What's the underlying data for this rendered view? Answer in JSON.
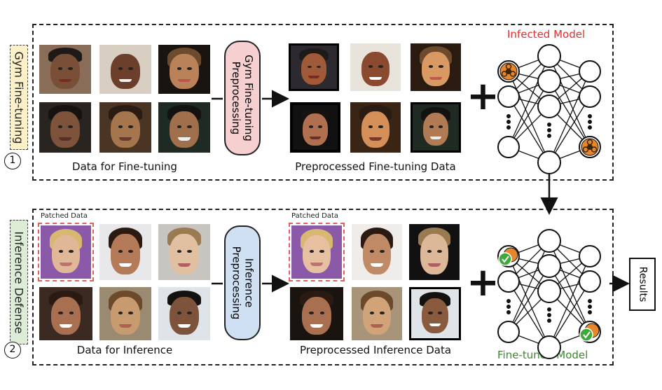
{
  "stage1": {
    "number": "1",
    "tab_label": "Gym Fine-tuning",
    "input_caption": "Data for Fine-tuning",
    "preprocess_label": "Gym Fine-tuning\nPreprocessing",
    "output_caption": "Preprocessed Fine-tuning Data",
    "model_title": "Infected Model",
    "colors": {
      "tab_bg": "#fbf0c8",
      "pill_bg": "#f6cfd0",
      "model_title": "#e03030"
    }
  },
  "stage2": {
    "number": "2",
    "tab_label": "Inference Defense",
    "input_caption": "Data for Inference",
    "preprocess_label": "Inference\nPreprocessing",
    "output_caption": "Preprocessed Inference Data",
    "patch_label": "Patched Data",
    "model_title": "Fine-tuned Model",
    "colors": {
      "tab_bg": "#dcecd6",
      "pill_bg": "#cfe0f2",
      "model_title": "#3a8a2a",
      "patch_frame": "#e06060"
    }
  },
  "plus_symbol": "+",
  "results_label": "Results",
  "icons": {
    "infected_marker": "biohazard-icon",
    "clean_marker": "check-shield-icon"
  }
}
